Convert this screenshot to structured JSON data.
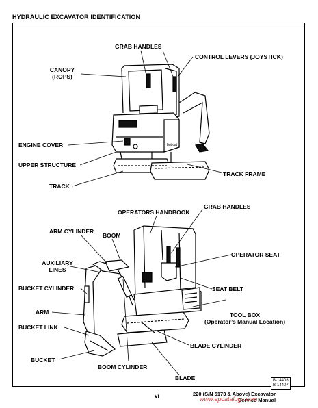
{
  "title": "HYDRAULIC EXCAVATOR IDENTIFICATION",
  "top_view_labels": {
    "grab_handles": "GRAB HANDLES",
    "control_levers": "CONTROL LEVERS (JOYSTICK)",
    "canopy_line1": "CANOPY",
    "canopy_line2": "(ROPS)",
    "engine_cover": "ENGINE COVER",
    "upper_structure": "UPPER STRUCTURE",
    "track": "TRACK",
    "track_frame": "TRACK FRAME"
  },
  "bottom_view_labels": {
    "operators_handbook": "OPERATORS HANDBOOK",
    "grab_handles": "GRAB HANDLES",
    "arm_cylinder": "ARM CYLINDER",
    "boom": "BOOM",
    "operator_seat": "OPERATOR SEAT",
    "auxiliary_lines_line1": "AUXILIARY",
    "auxiliary_lines_line2": "LINES",
    "seat_belt": "SEAT BELT",
    "bucket_cylinder": "BUCKET CYLINDER",
    "tool_box_line1": "TOOL BOX",
    "tool_box_line2": "(Operator’s Manual Location)",
    "arm": "ARM",
    "bucket_link": "BUCKET LINK",
    "blade_cylinder": "BLADE CYLINDER",
    "bucket": "BUCKET",
    "boom_cylinder": "BOOM CYLINDER",
    "blade": "BLADE"
  },
  "machine_logo": "bobcat",
  "figure_refs": [
    "B-14408",
    "B-14407"
  ],
  "footer": {
    "page_number": "vi",
    "manual_title": "220 (S/N 5173 & Above) Excavator",
    "manual_subtitle": "Service Manual",
    "watermark": "www.epcatalogs.com"
  }
}
